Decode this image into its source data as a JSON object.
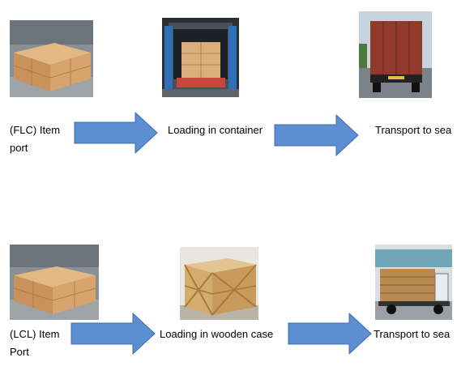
{
  "rows": [
    {
      "source_label_line1": "(FLC) Item",
      "source_label_line2": "port",
      "middle_label": "Loading in container",
      "end_label": "Transport to sea"
    },
    {
      "source_label_line1": "(LCL) Item",
      "source_label_line2": "Port",
      "middle_label": "Loading in wooden case",
      "end_label": "Transport to sea"
    }
  ],
  "colors": {
    "arrow_fill": "#5b8fd1",
    "arrow_stroke": "#3f6fae",
    "carton": "#d4a36e",
    "container_red": "#9a3b2a",
    "wood": "#d9b47a"
  },
  "icons": {
    "photo_1": "pallet-of-cartons",
    "photo_2": "cartons-in-container",
    "photo_3": "container-truck",
    "photo_4": "pallet-of-cartons",
    "photo_5": "wooden-crate",
    "photo_6": "truck-with-cargo"
  }
}
